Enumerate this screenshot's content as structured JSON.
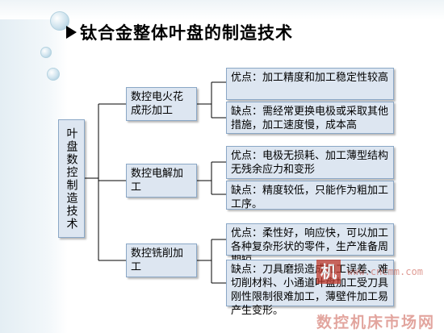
{
  "title": "钛合金整体叶盘的制造技术",
  "root": {
    "label": "叶盘数控制造技术"
  },
  "methods": [
    {
      "label": "数控电火花成形加工",
      "advantage": "优点：加工精度和加工稳定性较高",
      "disadvantage": "缺点：需经常更换电极或采取其他措施，加工速度慢，成本高"
    },
    {
      "label": "数控电解加工",
      "advantage": "优点：电极无损耗、加工薄型结构无残余应力和变形",
      "disadvantage": "缺点：精度较低，只能作为粗加工工序。"
    },
    {
      "label": "数控铣削加工",
      "advantage": "优点：柔性好，响应快，可以加工各种复杂形状的零件，生产准备周期短",
      "disadvantage": "缺点：刀具磨损造成加工误差、难切削材料、小通道叶盘加工受刀具刚性限制很难加工，薄壁件加工易产生变形。"
    }
  ],
  "watermark": {
    "logo": "机",
    "site": "数控机床市场网",
    "url": "www.cncmm.com"
  },
  "colors": {
    "node_fill": "#dde6f1",
    "node_border": "#8aa7c6",
    "connector": "#000000",
    "watermark": "#c0392b"
  }
}
